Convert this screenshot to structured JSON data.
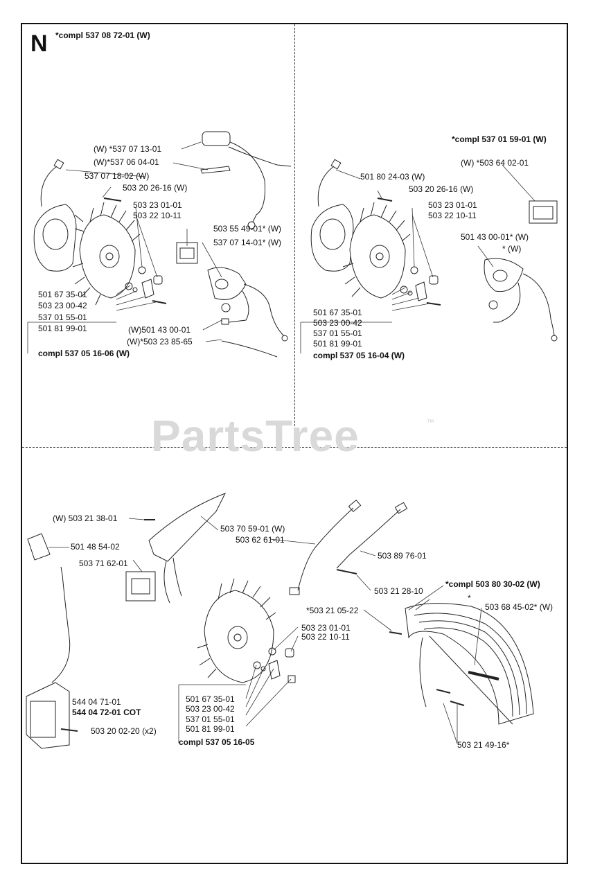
{
  "page_letter": "N",
  "watermark": "PartsTree",
  "watermark_tm": "™",
  "q1": {
    "kit": "*compl 537 08 72-01 (W)",
    "labels": [
      "(W) *537 07 13-01",
      "(W)*537 06 04-01",
      "537 07 18-02 (W)",
      "503 20 26-16 (W)",
      "503 23 01-01",
      "503 22 10-11",
      "503 55 49-01* (W)",
      "537 07 14-01* (W)",
      "501 67 35-01",
      "503 23 00-42",
      "537 01 55-01",
      "501 81 99-01",
      "(W)501 43 00-01",
      "(W)*503 23 85-65"
    ],
    "assembly": "compl 537 05 16-06 (W)"
  },
  "q2": {
    "kit": "*compl 537 01 59-01 (W)",
    "labels": [
      "(W) *503 64 02-01",
      "501 80 24-03 (W)",
      "503 20 26-16 (W)",
      "503 23 01-01",
      "503 22 10-11",
      "501 43 00-01* (W)",
      "* (W)",
      "501 67 35-01",
      "503 23 00-42",
      "537 01 55-01",
      "501 81 99-01"
    ],
    "assembly": "compl 537 05 16-04 (W)"
  },
  "q3": {
    "labels": [
      "(W) 503 21 38-01",
      "501 48 54-02",
      "503 70 59-01 (W)",
      "503 62 61-01",
      "503 71 62-01",
      "503 89 76-01",
      "503 21 28-10",
      "*compl 503 80 30-02 (W)",
      "*",
      "*503 21 05-22",
      "503 68 45-02* (W)",
      "503 23 01-01",
      "503 22 10-11",
      "501 67 35-01",
      "503 23 00-42",
      "537 01 55-01",
      "501 81 99-01",
      "544 04 71-01",
      "544 04 72-01 COT",
      "503 20 02-20 (x2)",
      "503 21 49-16*"
    ],
    "assembly": "compl 537 05 16-05"
  }
}
